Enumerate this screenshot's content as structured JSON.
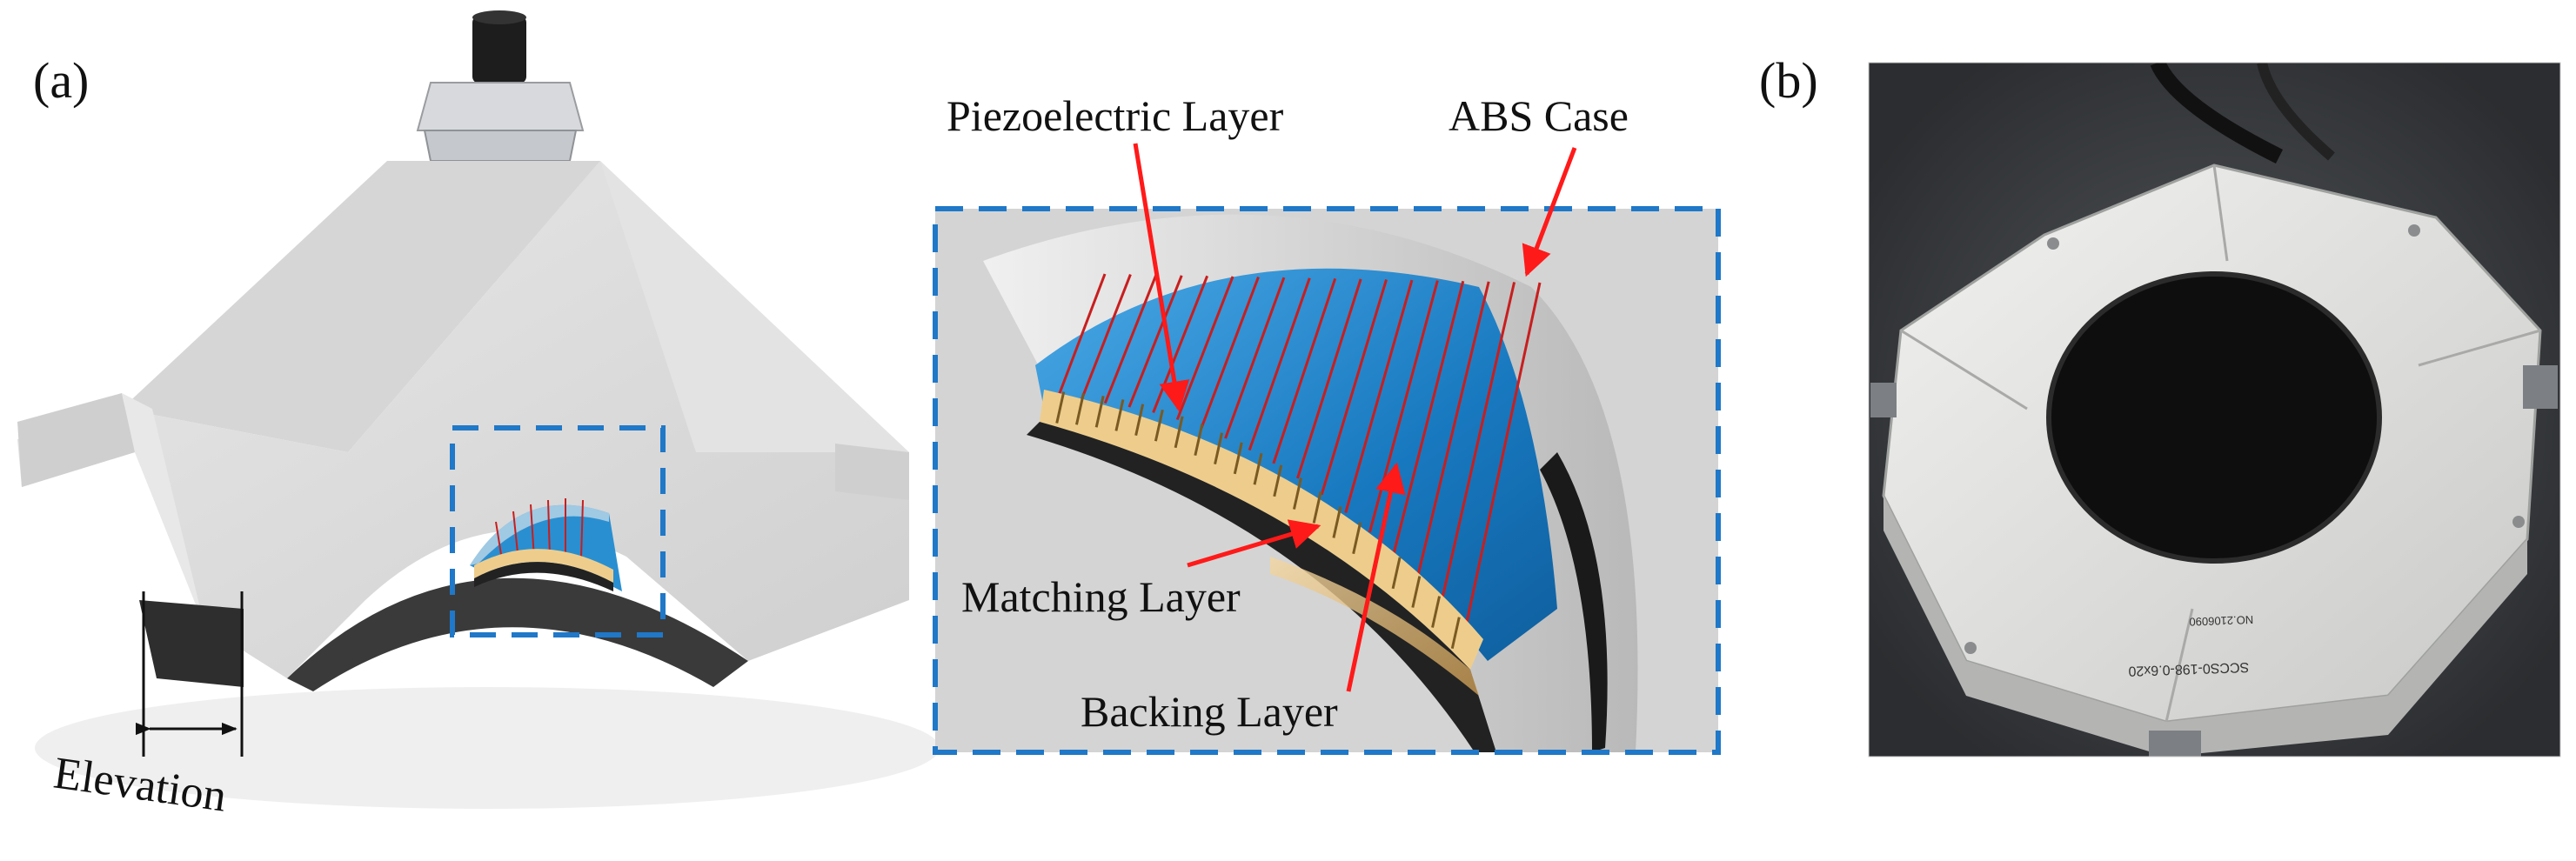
{
  "panel_a_label": "(a)",
  "panel_b_label": "(b)",
  "dimension_label": "Elevation",
  "callouts": {
    "piezo": "Piezoelectric Layer",
    "abs": "ABS Case",
    "matching": "Matching Layer",
    "backing": "Backing Layer"
  },
  "colors": {
    "case": "#dcdcdc",
    "case_shadow": "#bdbdbd",
    "blue_field": "#2a8fd0",
    "matching": "#eecd8c",
    "backing": "#222222",
    "arrow": "#ff1a1a",
    "dashed_box": "#1f78c8",
    "element_lines": "#c81e1e"
  },
  "photo_markings": {
    "model_code": "SCCS0-198-0.6x20",
    "serial": "NO.2106090"
  }
}
